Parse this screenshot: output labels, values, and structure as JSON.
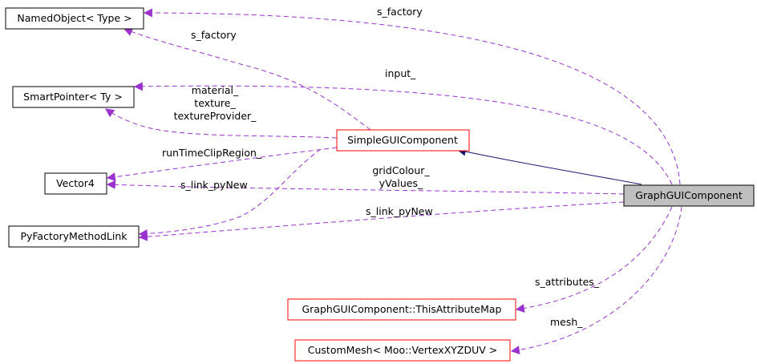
{
  "colors": {
    "focus_fill": "#bfbfbf",
    "focus_border": "#000000",
    "documented_border": "#000000",
    "undocumented_border": "#ff0000",
    "usage_edge": "#9a32cd",
    "inheritance_edge": "#191970"
  },
  "nodes": {
    "named_object": "NamedObject< Type >",
    "smart_pointer": "SmartPointer< Ty >",
    "vector4": "Vector4",
    "py_factory_method_link": "PyFactoryMethodLink",
    "simple_gui_component": "SimpleGUIComponent",
    "graph_gui_component": "GraphGUIComponent",
    "this_attribute_map": "GraphGUIComponent::ThisAttributeMap",
    "custom_mesh": "CustomMesh< Moo::VertexXYZDUV >"
  },
  "edge_labels": {
    "graph_named_object": "s_factory",
    "simple_named_object": "s_factory",
    "graph_smart_pointer": "input_",
    "simple_smart_pointer_1": "material_",
    "simple_smart_pointer_2": "texture_",
    "simple_smart_pointer_3": "textureProvider_",
    "simple_vector4": "runTimeClipRegion_",
    "graph_vector4_1": "gridColour_",
    "graph_vector4_2": "yValues_",
    "simple_py_factory": "s_link_pyNew",
    "graph_py_factory": "s_link_pyNew",
    "graph_attribute_map": "s_attributes_",
    "graph_custom_mesh": "mesh_"
  }
}
